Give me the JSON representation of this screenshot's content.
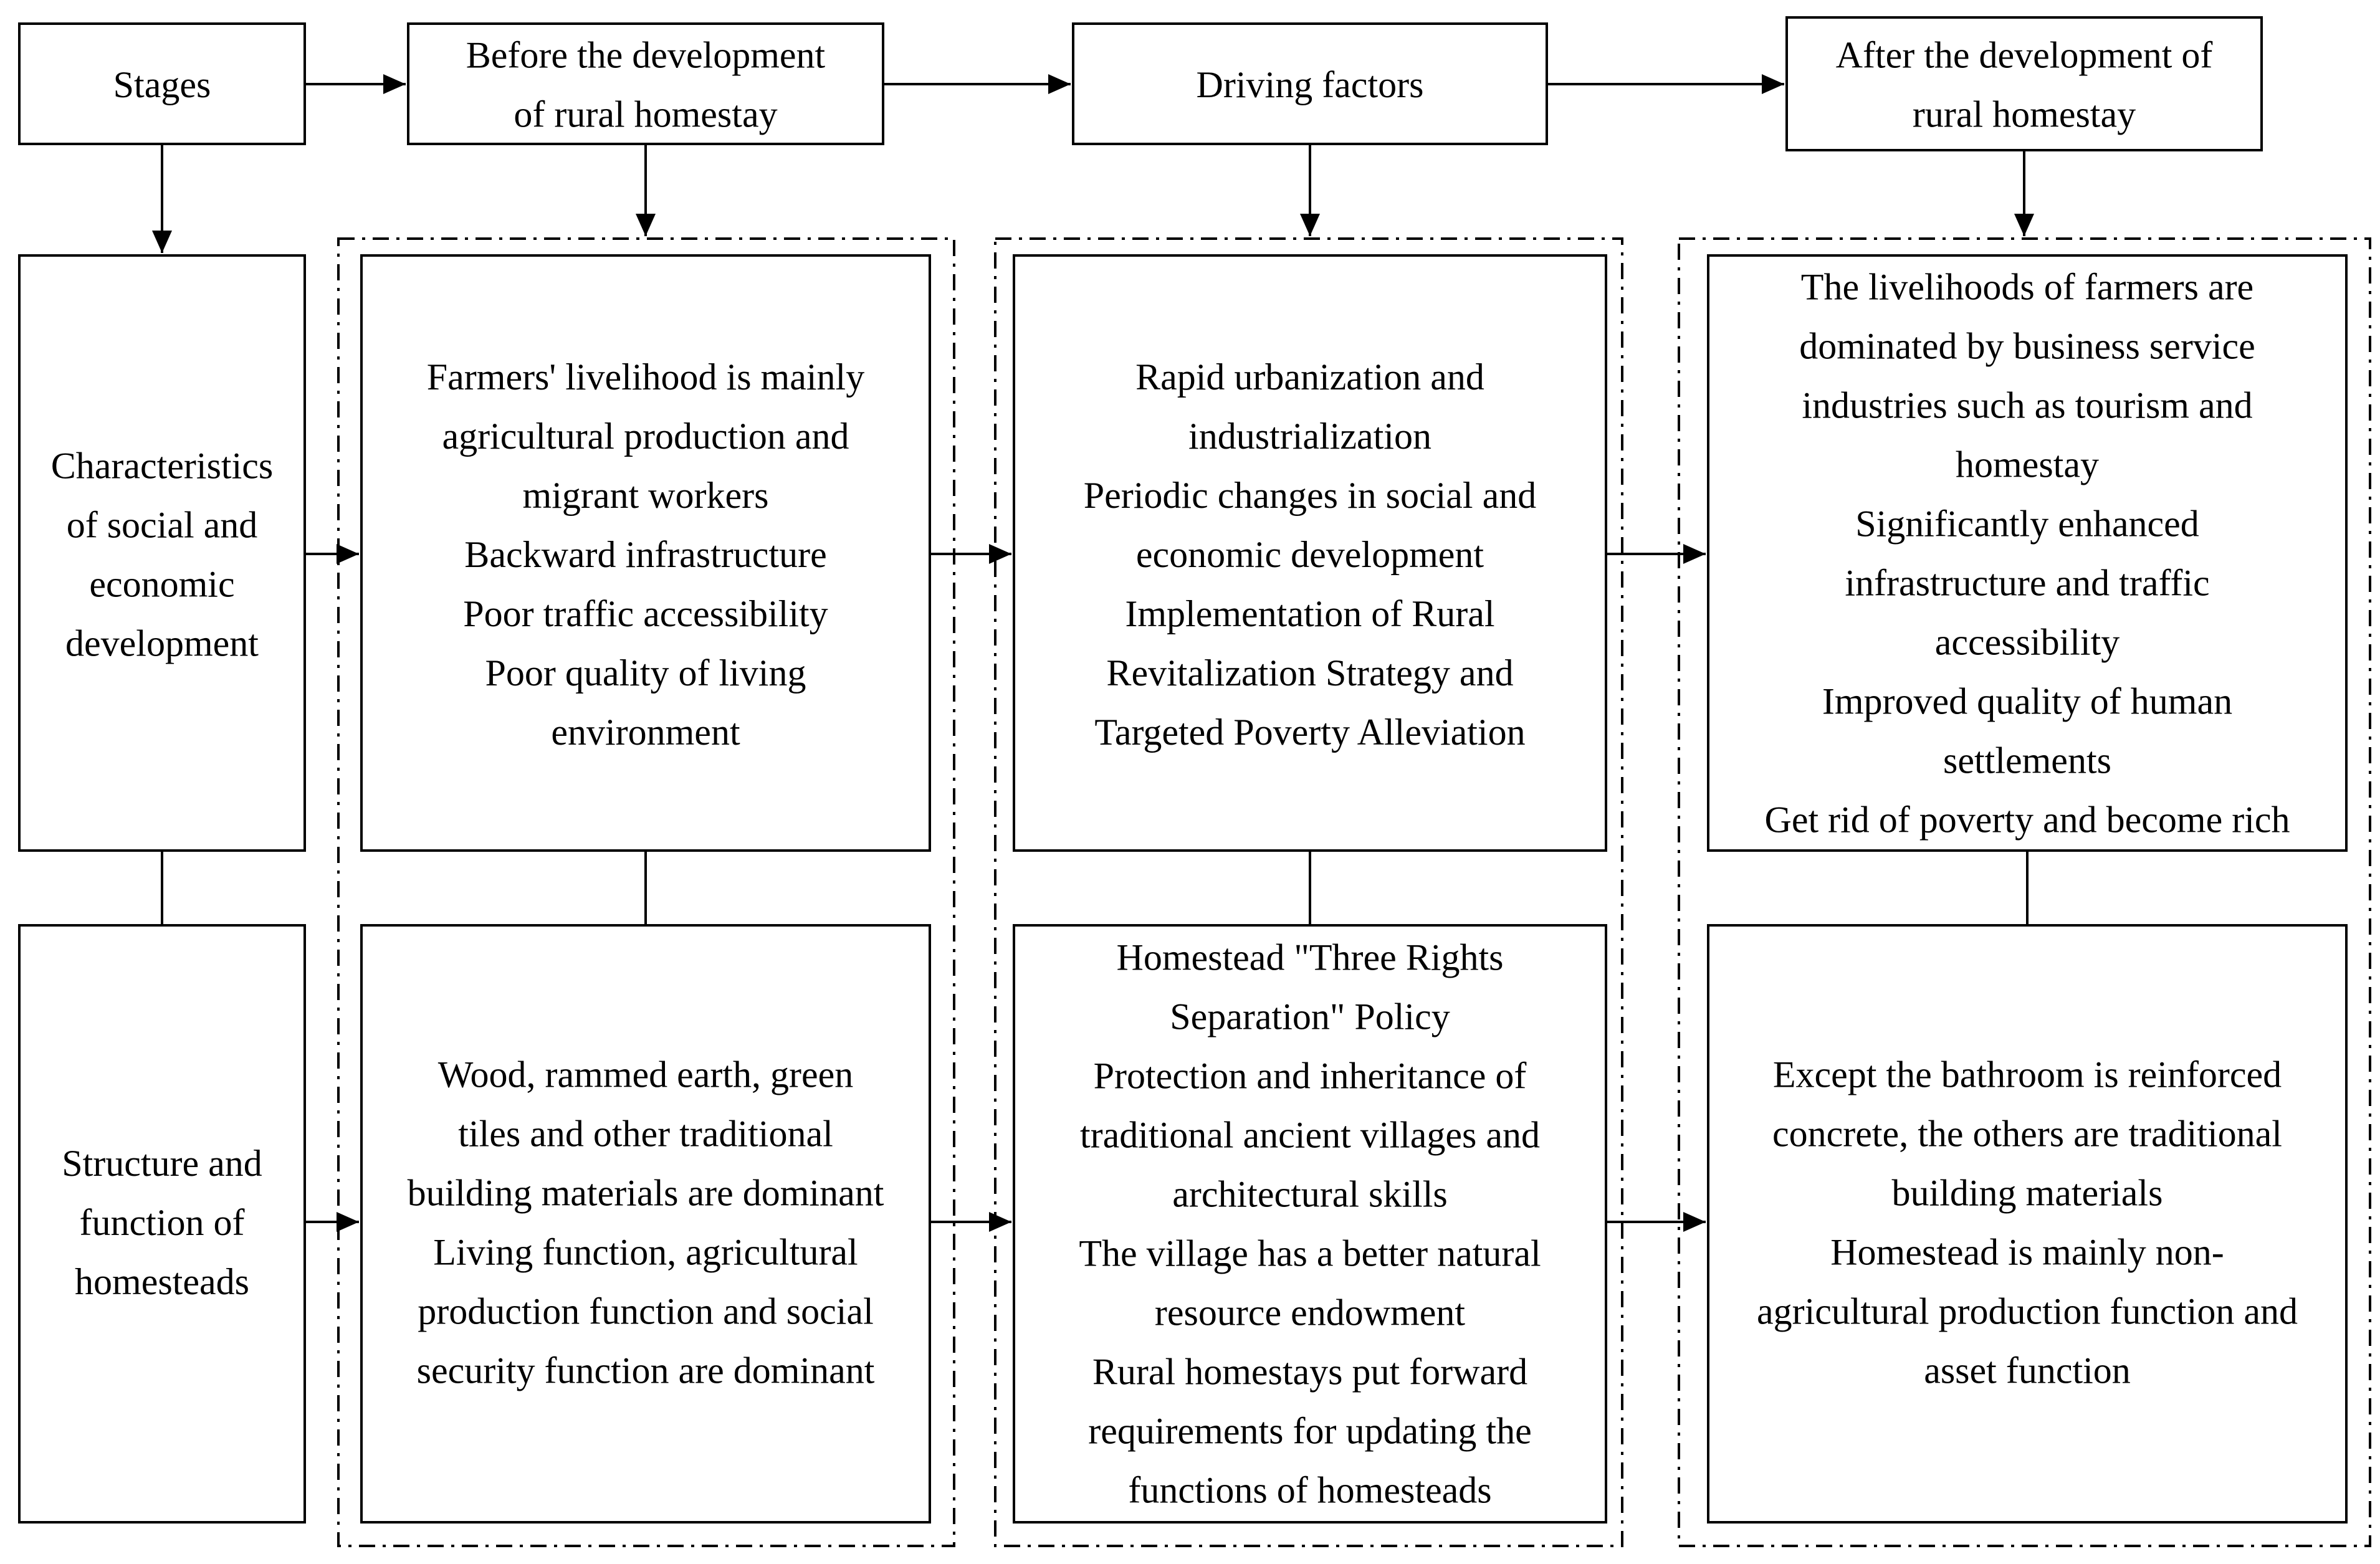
{
  "colors": {
    "stroke": "#000000",
    "background": "#ffffff",
    "text": "#000000"
  },
  "header": {
    "stages": [
      "Stages"
    ],
    "before": [
      "Before the development",
      "of rural homestay"
    ],
    "drivers": [
      "Driving factors"
    ],
    "after": [
      "After the development of",
      "rural homestay"
    ]
  },
  "rows": [
    {
      "label": [
        "Characteristics",
        "of social and",
        "economic",
        "development"
      ],
      "before": [
        "Farmers' livelihood is mainly",
        "agricultural production and",
        "migrant workers",
        "Backward infrastructure",
        "Poor traffic accessibility",
        "Poor quality of living",
        "environment"
      ],
      "drivers": [
        "Rapid urbanization and",
        "industrialization",
        "Periodic changes in social and",
        "economic development",
        "Implementation of Rural",
        "Revitalization Strategy and",
        "Targeted Poverty Alleviation"
      ],
      "after": [
        "The livelihoods of farmers are",
        "dominated by business service",
        "industries such as tourism and",
        "homestay",
        "Significantly enhanced",
        "infrastructure and traffic",
        "accessibility",
        "Improved quality of human",
        "settlements",
        "Get rid of poverty and become rich"
      ]
    },
    {
      "label": [
        "Structure and",
        "function of",
        "homesteads"
      ],
      "before": [
        "Wood, rammed earth, green",
        "tiles and other traditional",
        "building materials are dominant",
        "Living function, agricultural",
        "production function and social",
        "security function are dominant"
      ],
      "drivers": [
        "Homestead \"Three Rights",
        "Separation\" Policy",
        "Protection and inheritance of",
        "traditional ancient villages and",
        "architectural skills",
        "The village has a better natural",
        "resource endowment",
        "Rural  homestays put forward",
        "requirements for updating the",
        "functions of homesteads"
      ],
      "after": [
        "Except the bathroom is reinforced",
        "concrete, the others are traditional",
        "building materials",
        "Homestead is mainly non-",
        "agricultural production function and",
        "asset function"
      ]
    }
  ]
}
